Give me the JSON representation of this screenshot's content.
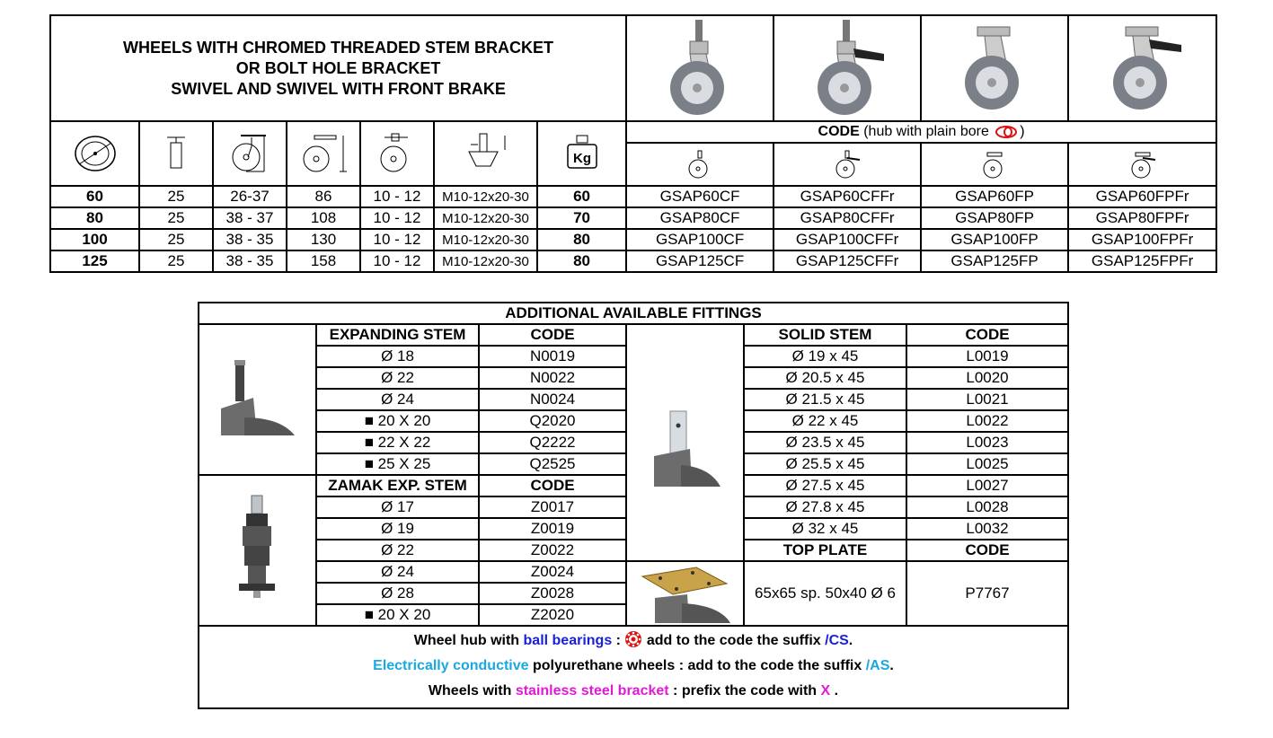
{
  "header": {
    "title_line1": "WHEELS WITH CHROMED THREADED STEM BRACKET",
    "title_line2": "OR BOLT HOLE BRACKET",
    "title_line3": "SWIVEL AND SWIVEL WITH FRONT BRAKE",
    "code_bold": "CODE",
    "code_note": " (hub with plain bore ",
    "code_note_end": ")",
    "kg_label": "Kg"
  },
  "rows": [
    {
      "dia": "60",
      "width": "25",
      "c3": "26-37",
      "c4": "86",
      "c5": "10 - 12",
      "stem": "M10-12x20-30",
      "load": "60",
      "codes": [
        "GSAP60CF",
        "GSAP60CFFr",
        "GSAP60FP",
        "GSAP60FPFr"
      ]
    },
    {
      "dia": "80",
      "width": "25",
      "c3": "38 - 37",
      "c4": "108",
      "c5": "10 - 12",
      "stem": "M10-12x20-30",
      "load": "70",
      "codes": [
        "GSAP80CF",
        "GSAP80CFFr",
        "GSAP80FP",
        "GSAP80FPFr"
      ]
    },
    {
      "dia": "100",
      "width": "25",
      "c3": "38 - 35",
      "c4": "130",
      "c5": "10 - 12",
      "stem": "M10-12x20-30",
      "load": "80",
      "codes": [
        "GSAP100CF",
        "GSAP100CFFr",
        "GSAP100FP",
        "GSAP100FPFr"
      ]
    },
    {
      "dia": "125",
      "width": "25",
      "c3": "38 - 35",
      "c4": "158",
      "c5": "10 - 12",
      "stem": "M10-12x20-30",
      "load": "80",
      "codes": [
        "GSAP125CF",
        "GSAP125CFFr",
        "GSAP125FP",
        "GSAP125FPFr"
      ]
    }
  ],
  "fittings": {
    "title": "ADDITIONAL AVAILABLE FITTINGS",
    "expanding_header": "EXPANDING STEM",
    "zamak_header": "ZAMAK EXP. STEM",
    "solid_header": "SOLID STEM",
    "topplate_header": "TOP PLATE",
    "code_header": "CODE",
    "expanding": [
      {
        "size": "Ø 18",
        "code": "N0019"
      },
      {
        "size": "Ø 22",
        "code": "N0022"
      },
      {
        "size": "Ø 24",
        "code": "N0024"
      },
      {
        "size": "■ 20 X 20",
        "code": "Q2020"
      },
      {
        "size": "■ 22 X 22",
        "code": "Q2222"
      },
      {
        "size": "■ 25 X 25",
        "code": "Q2525"
      }
    ],
    "zamak": [
      {
        "size": "Ø 17",
        "code": "Z0017"
      },
      {
        "size": "Ø 19",
        "code": "Z0019"
      },
      {
        "size": "Ø 22",
        "code": "Z0022"
      },
      {
        "size": "Ø 24",
        "code": "Z0024"
      },
      {
        "size": "Ø 28",
        "code": "Z0028"
      },
      {
        "size": "■ 20 X 20",
        "code": "Z2020"
      }
    ],
    "solid": [
      {
        "size": "Ø 19 x 45",
        "code": "L0019"
      },
      {
        "size": "Ø 20.5 x 45",
        "code": "L0020"
      },
      {
        "size": "Ø 21.5 x 45",
        "code": "L0021"
      },
      {
        "size": "Ø 22 x 45",
        "code": "L0022"
      },
      {
        "size": "Ø 23.5 x 45",
        "code": "L0023"
      },
      {
        "size": "Ø 25.5 x 45",
        "code": "L0025"
      },
      {
        "size": "Ø 27.5 x 45",
        "code": "L0027"
      },
      {
        "size": "Ø 27.8 x 45",
        "code": "L0028"
      },
      {
        "size": "Ø 32 x 45",
        "code": "L0032"
      }
    ],
    "topplate": {
      "size": "65x65 sp. 50x40 Ø 6",
      "code": "P7767"
    }
  },
  "notes": {
    "n1_a": "Wheel hub with ",
    "n1_b": "ball bearings",
    "n1_c": "  :  ",
    "n1_d": "  add to the code the suffix ",
    "n1_e": "/CS",
    "n1_f": ".",
    "n2_a": "Electrically conductive",
    "n2_b": " polyurethane wheels :  add to the code the suffix ",
    "n2_c": "/AS",
    "n2_d": ".",
    "n3_a": "Wheels with ",
    "n3_b": "stainless steel bracket",
    "n3_c": " : prefix the code with ",
    "n3_d": "X",
    "n3_e": " ."
  },
  "colors": {
    "blue": "#1a22d6",
    "cyan": "#1aa8e0",
    "magenta": "#e21ad8",
    "red": "#e01010"
  }
}
